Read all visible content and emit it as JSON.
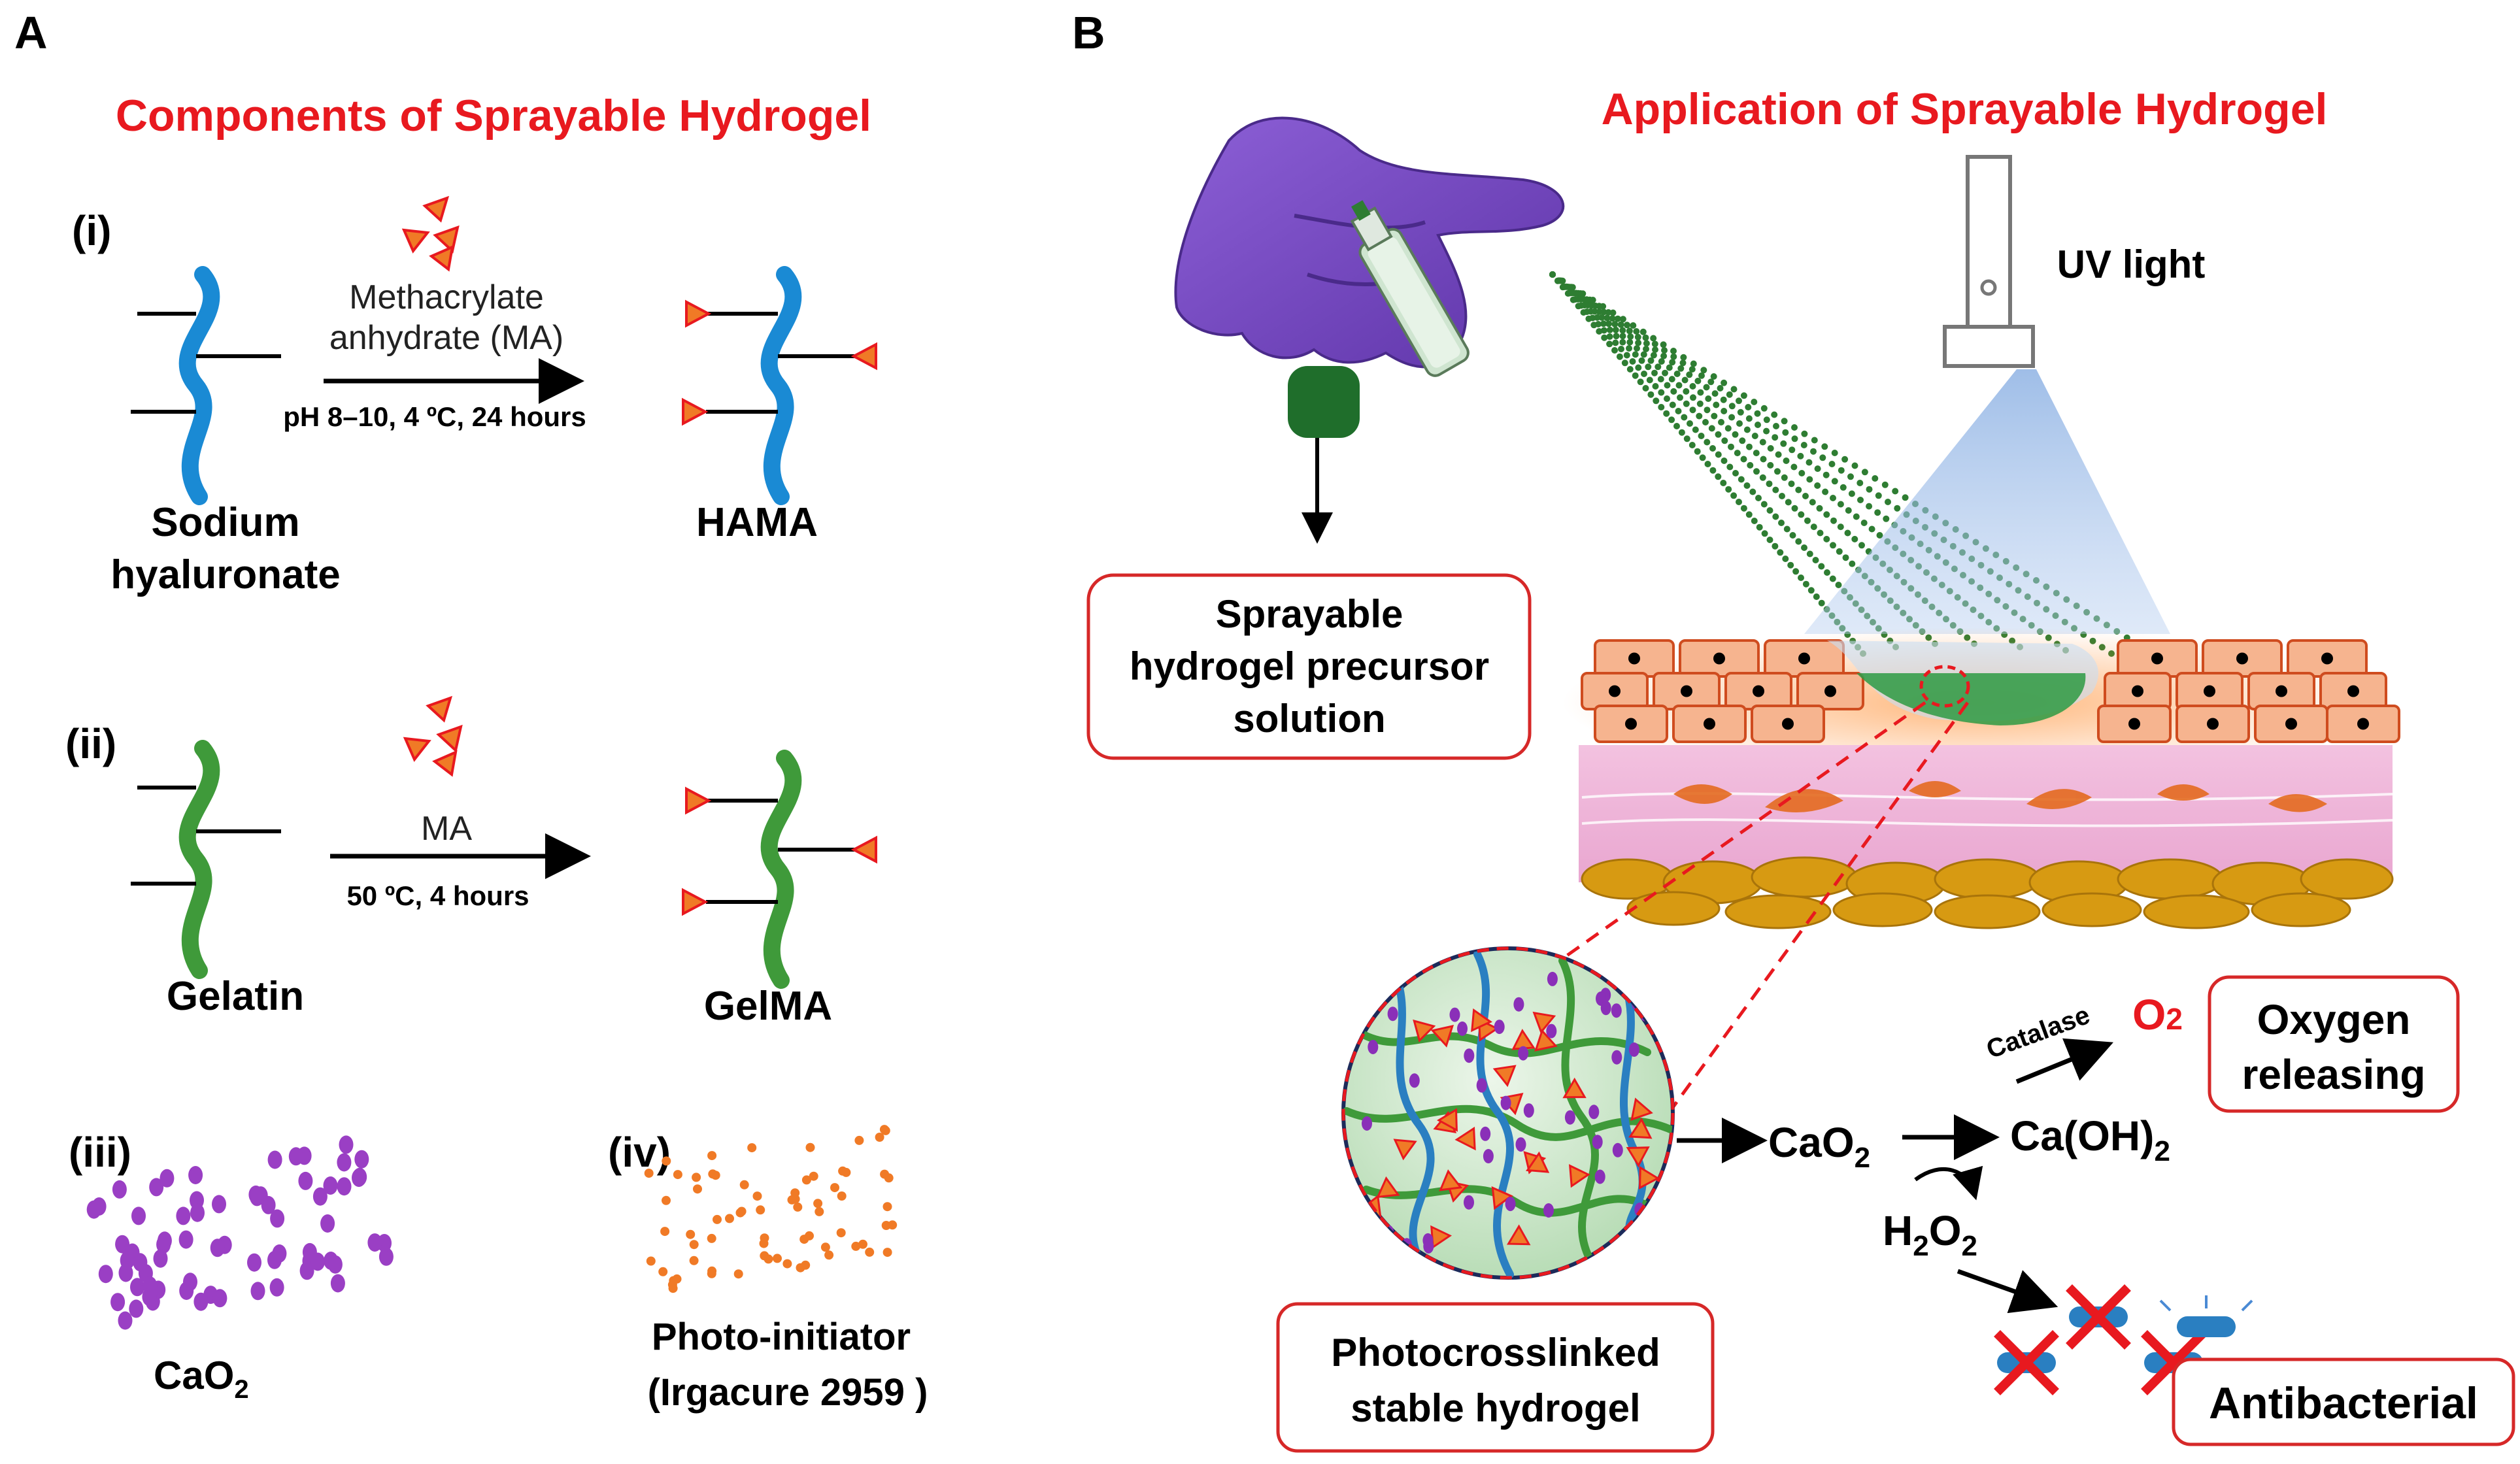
{
  "panel_a": {
    "letter": "A",
    "title": "Components of Sprayable Hydrogel",
    "step_i": {
      "label": "(i)",
      "reagent_line1": "Methacrylate",
      "reagent_line2": "anhydrate (MA)",
      "conditions": "pH 8–10, 4 ºC, 24 hours",
      "reactant_line1": "Sodium",
      "reactant_line2": "hyaluronate",
      "product": "HAMA"
    },
    "step_ii": {
      "label": "(ii)",
      "reagent": "MA",
      "conditions": "50 ºC, 4 hours",
      "reactant": "Gelatin",
      "product": "GelMA"
    },
    "step_iii": {
      "label": "(iii)",
      "name_main": "CaO",
      "name_sub": "2"
    },
    "step_iv": {
      "label": "(iv)",
      "name_line1": "Photo-initiator",
      "name_line2": "(Irgacure 2959 )"
    }
  },
  "panel_b": {
    "letter": "B",
    "title": "Application of Sprayable Hydrogel",
    "uv_label": "UV light",
    "precursor_line1": "Sprayable",
    "precursor_line2": "hydrogel precursor",
    "precursor_line3": "solution",
    "stable_line1": "Photocrosslinked",
    "stable_line2": "stable hydrogel",
    "cao2_main": "CaO",
    "cao2_sub": "2",
    "caoh2_main": "Ca(OH)",
    "caoh2_sub": "2",
    "h2o2_h": "H",
    "h2o2_sub1": "2",
    "h2o2_o": "O",
    "h2o2_sub2": "2",
    "catalase": "Catalase",
    "o2_main": "O",
    "o2_sub": "2",
    "oxygen_line1": "Oxygen",
    "oxygen_line2": "releasing",
    "antibacterial": "Antibacterial"
  },
  "colors": {
    "title_red": "#e8191f",
    "hyaluronate_blue": "#1a8ad4",
    "gelatin_green": "#3f9a3a",
    "glove_purple": "#7b4cc2",
    "cao2_purple": "#9a3fc4",
    "initiator_orange": "#f07a26",
    "spray_green": "#2e7d32",
    "box_red": "#d62828"
  }
}
